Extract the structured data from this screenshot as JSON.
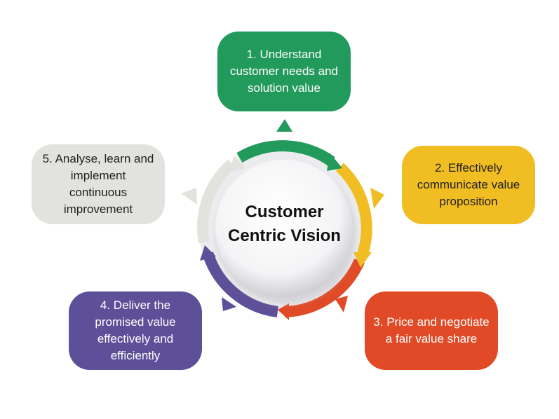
{
  "center": {
    "title": "Customer\nCentric Vision"
  },
  "steps": [
    {
      "label": "1. Understand\ncustomer needs and\nsolution value",
      "color": "#229a5c"
    },
    {
      "label": "2. Effectively\ncommunicate value\nproposition",
      "color": "#f0bd22"
    },
    {
      "label": "3. Price and negotiate\na fair value share",
      "color": "#e04a26"
    },
    {
      "label": "4. Deliver the\npromised value\neffectively and\nefficiently",
      "color": "#5e4f99"
    },
    {
      "label": "5. Analyse, learn and\nimplement\ncontinuous\nimprovement",
      "color": "#e2e2df"
    }
  ]
}
